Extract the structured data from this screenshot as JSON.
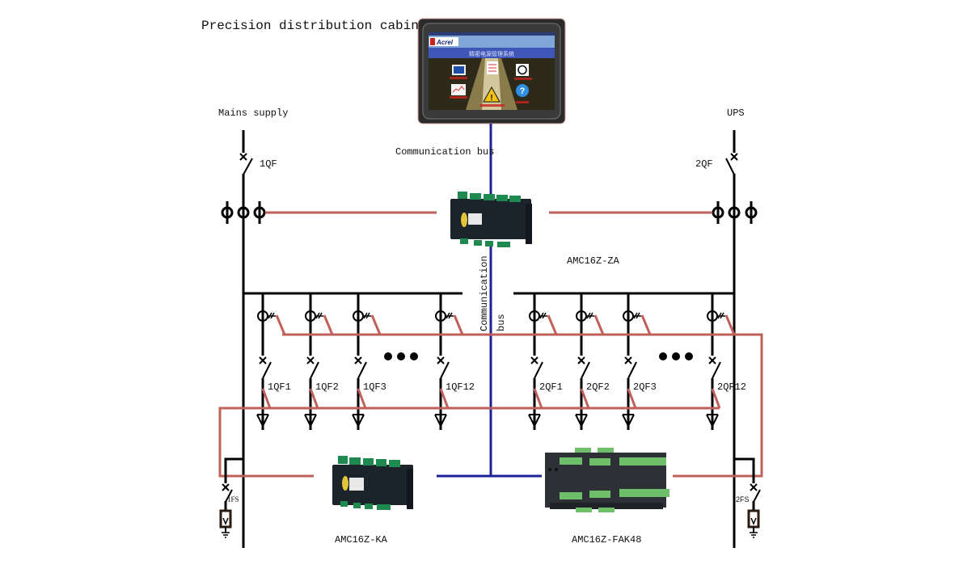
{
  "diagram": {
    "title": "Precision distribution cabinet",
    "sources": {
      "left": {
        "label": "Mains supply",
        "breaker": "1QF",
        "surge": "1FS"
      },
      "right": {
        "label": "UPS",
        "breaker": "2QF",
        "surge": "2FS"
      }
    },
    "bus_labels": {
      "top": "Communication bus",
      "vertical_1": "Communication",
      "vertical_2": "bus"
    },
    "devices": {
      "hmi": {
        "brand": "Acrel",
        "screen_title": "精密电源管理系统"
      },
      "za": {
        "label": "AMC16Z-ZA"
      },
      "ka": {
        "label": "AMC16Z-KA"
      },
      "fak48": {
        "label": "AMC16Z-FAK48"
      }
    },
    "branches_left": [
      "1QF1",
      "1QF2",
      "1QF3",
      "1QF12"
    ],
    "branches_right": [
      "2QF1",
      "2QF2",
      "2QF3",
      "2QF12"
    ],
    "colors": {
      "power": "#000000",
      "signal": "#c0605a",
      "comm": "#1c2296"
    }
  }
}
